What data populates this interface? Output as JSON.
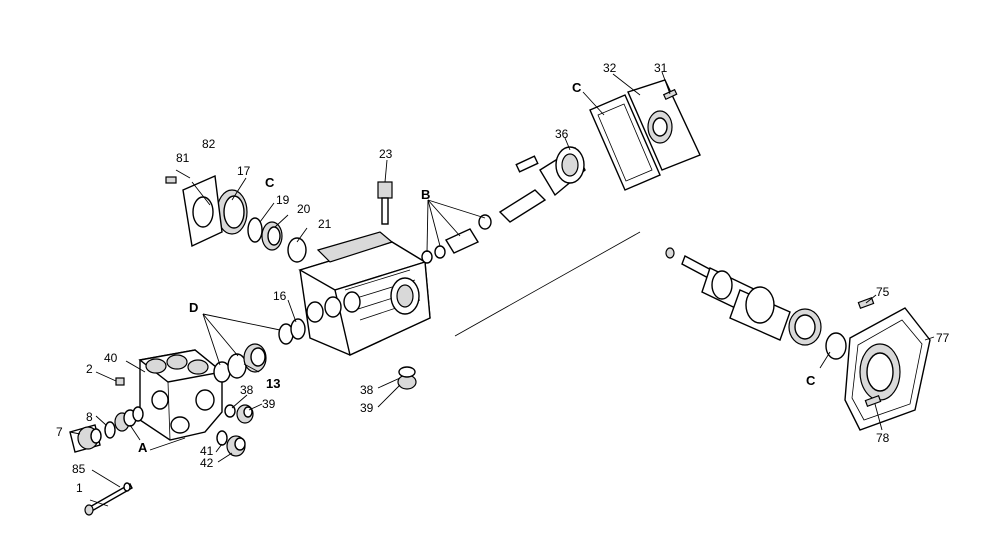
{
  "callouts": {
    "n1": "1",
    "n2": "2",
    "n7": "7",
    "n8": "8",
    "n13": "13",
    "n16": "16",
    "n17": "17",
    "n19": "19",
    "n20": "20",
    "n21": "21",
    "n23": "23",
    "n31": "31",
    "n32": "32",
    "n36": "36",
    "n38a": "38",
    "n38b": "38",
    "n39a": "39",
    "n39b": "39",
    "n40": "40",
    "n41": "41",
    "n42": "42",
    "n75": "75",
    "n77": "77",
    "n78": "78",
    "n81": "81",
    "n82": "82",
    "n85": "85"
  },
  "kit_letters": {
    "a": "A",
    "b": "B",
    "c1": "C",
    "c2": "C",
    "c3": "C",
    "d": "D"
  }
}
